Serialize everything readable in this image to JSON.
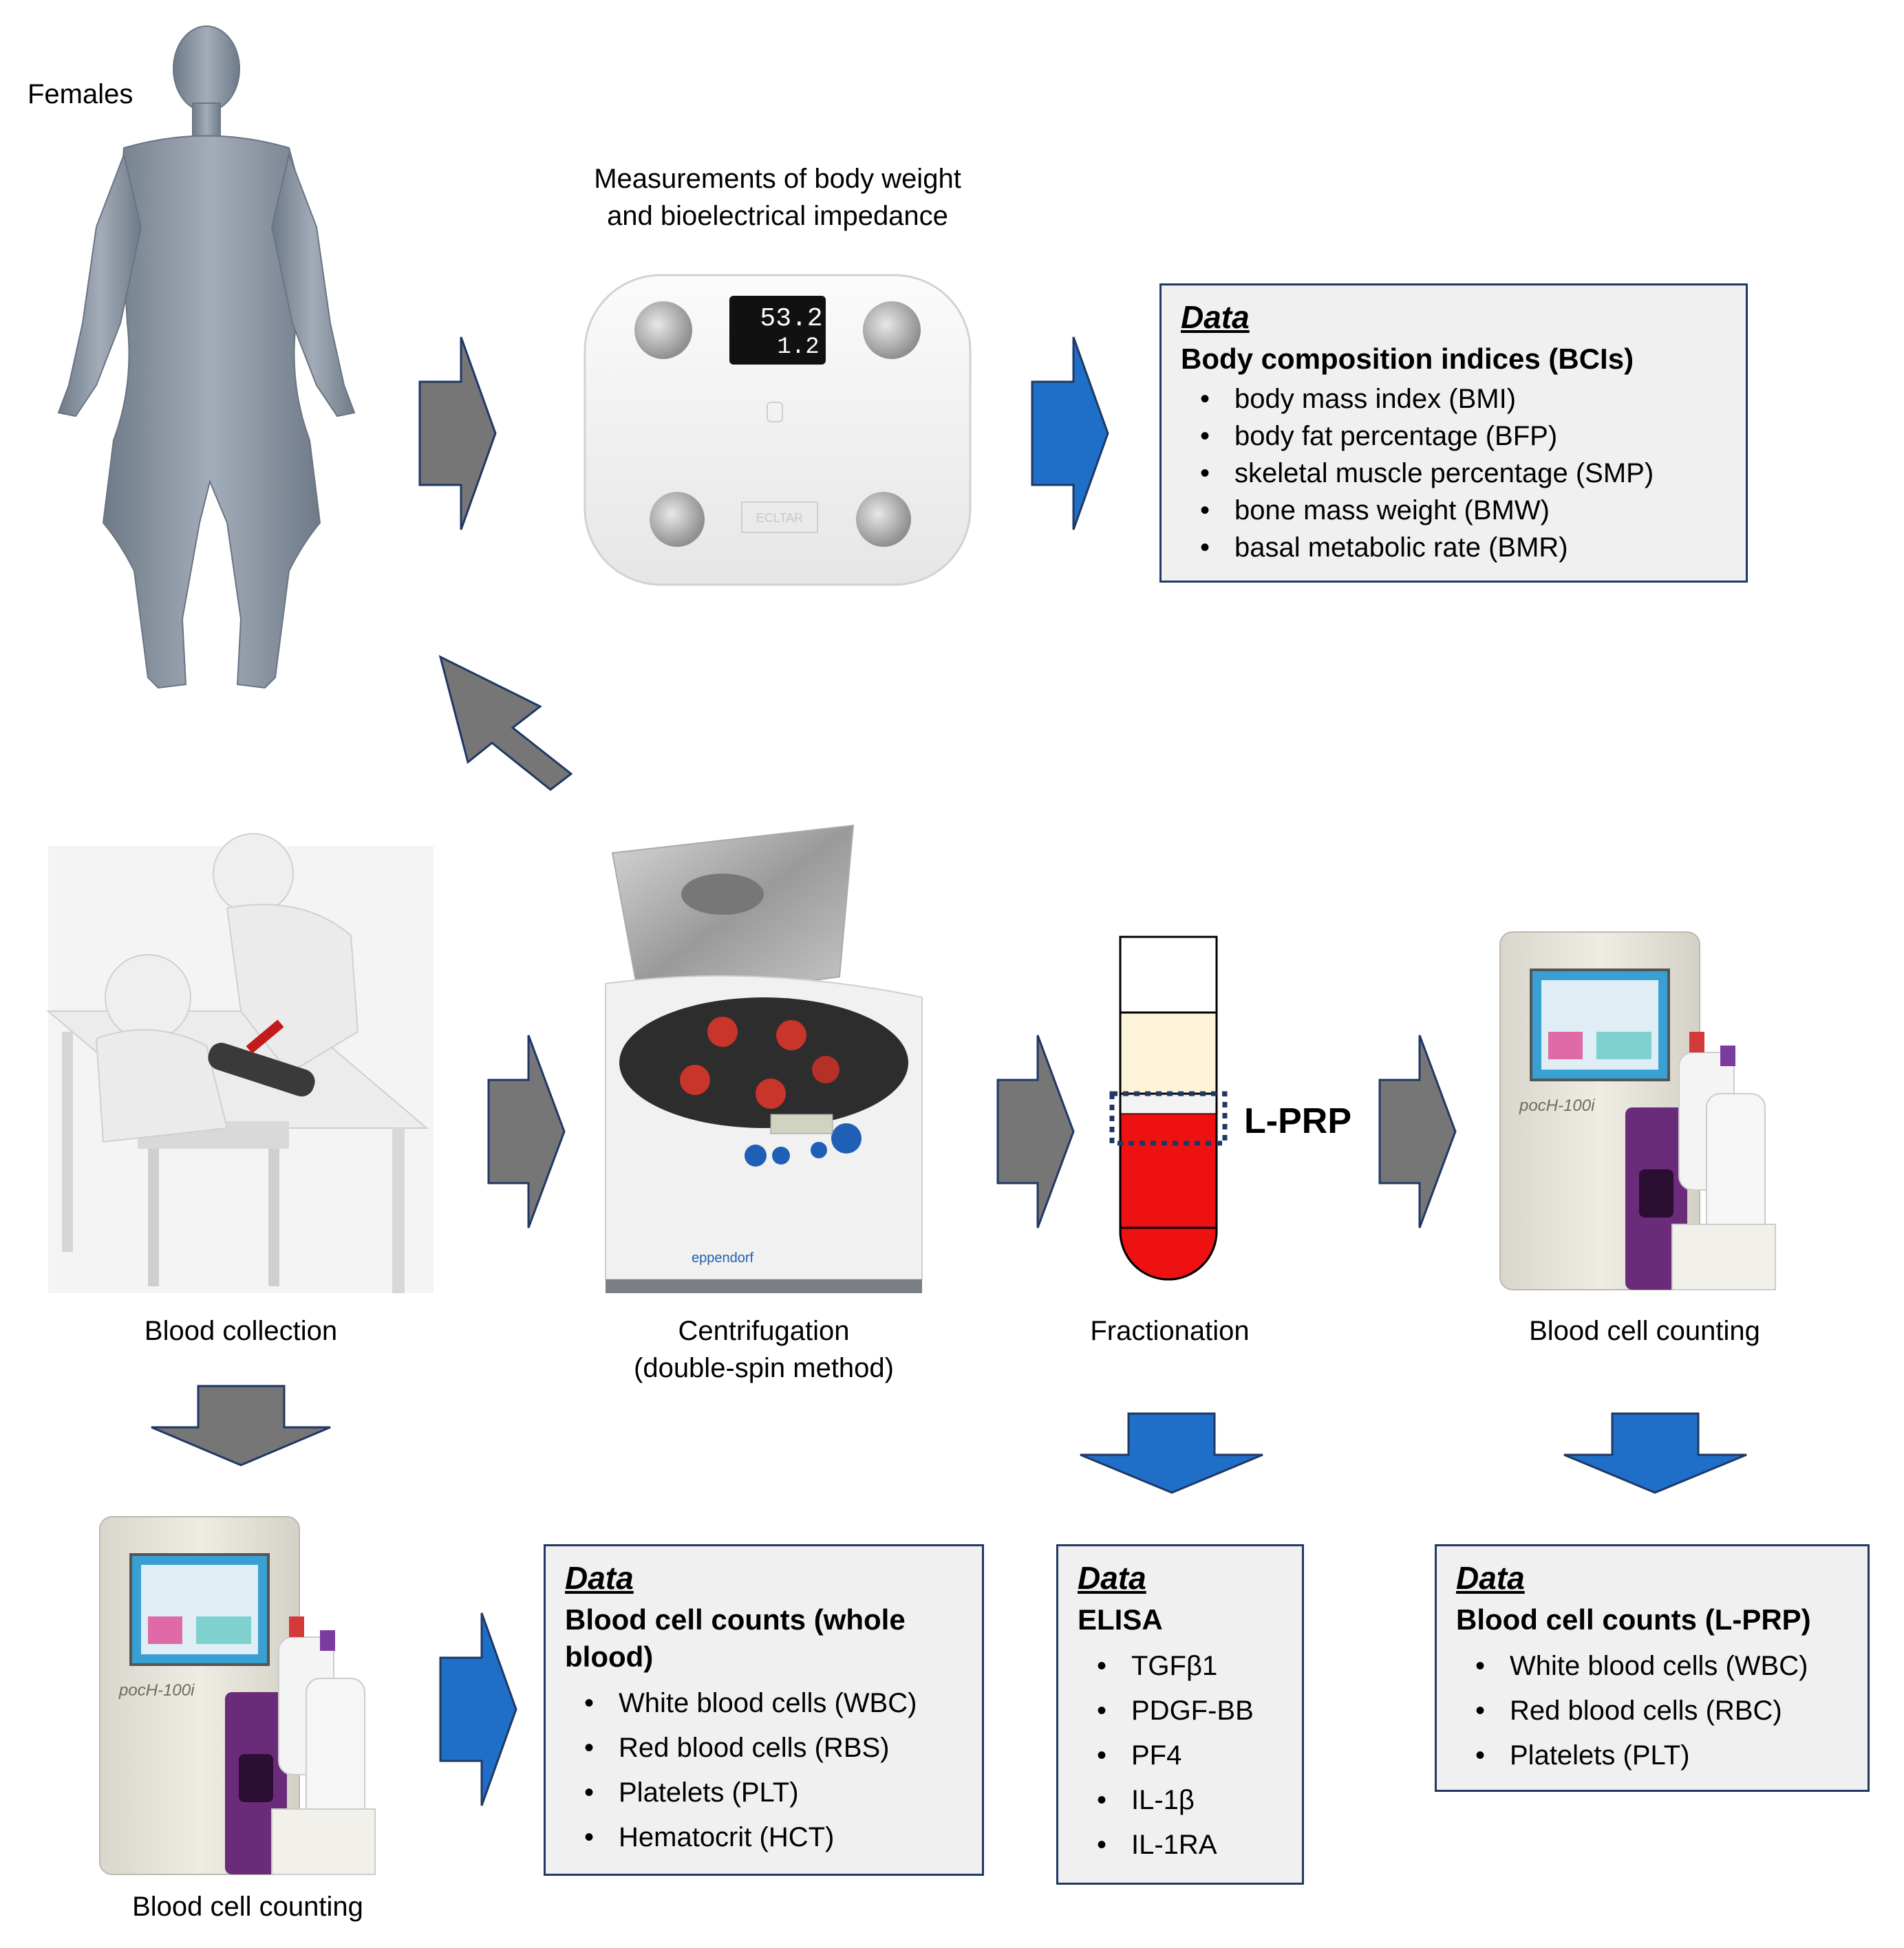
{
  "labels": {
    "females": "Females",
    "measurements_line1": "Measurements of body weight",
    "measurements_line2": "and bioelectrical impedance",
    "blood_collection": "Blood collection",
    "centrifugation_line1": "Centrifugation",
    "centrifugation_line2": "(double-spin method)",
    "fractionation": "Fractionation",
    "blood_cell_counting_right": "Blood cell counting",
    "blood_cell_counting_bottom": "Blood cell counting",
    "lprp": "L-PRP"
  },
  "scale_display": {
    "top": "53.2",
    "bottom": "1.2",
    "brand": "ECLTAR"
  },
  "analyzer_model": "pocH-100i",
  "centrifuge_brand": "eppendorf",
  "bullet": "•",
  "boxes": {
    "bci": {
      "title": "Data",
      "heading": "Body composition indices (BCIs)",
      "items": [
        "body mass index (BMI)",
        "body fat percentage (BFP)",
        "skeletal muscle percentage (SMP)",
        "bone mass weight (BMW)",
        "basal metabolic rate (BMR)"
      ]
    },
    "whole_blood": {
      "title": "Data",
      "heading": "Blood cell counts (whole blood)",
      "items": [
        "White blood cells (WBC)",
        "Red blood cells (RBS)",
        "Platelets (PLT)",
        "Hematocrit (HCT)"
      ]
    },
    "elisa": {
      "title": "Data",
      "heading": "ELISA",
      "items": [
        "TGFβ1",
        "PDGF-BB",
        "PF4",
        "IL-1β",
        "IL-1RA"
      ]
    },
    "lprp": {
      "title": "Data",
      "heading": "Blood cell counts (L-PRP)",
      "items": [
        "White blood cells (WBC)",
        "Red blood cells (RBC)",
        "Platelets (PLT)"
      ]
    }
  },
  "colors": {
    "gray_arrow": "#767676",
    "blue_arrow": "#1f6fc8",
    "arrow_outline": "#1f3864",
    "box_fill": "#f0f0f0",
    "box_border": "#1f3864",
    "blood_red": "#ee1111",
    "plasma_yellow": "#fcf3d8",
    "figure_gray": "#8c96a3"
  }
}
